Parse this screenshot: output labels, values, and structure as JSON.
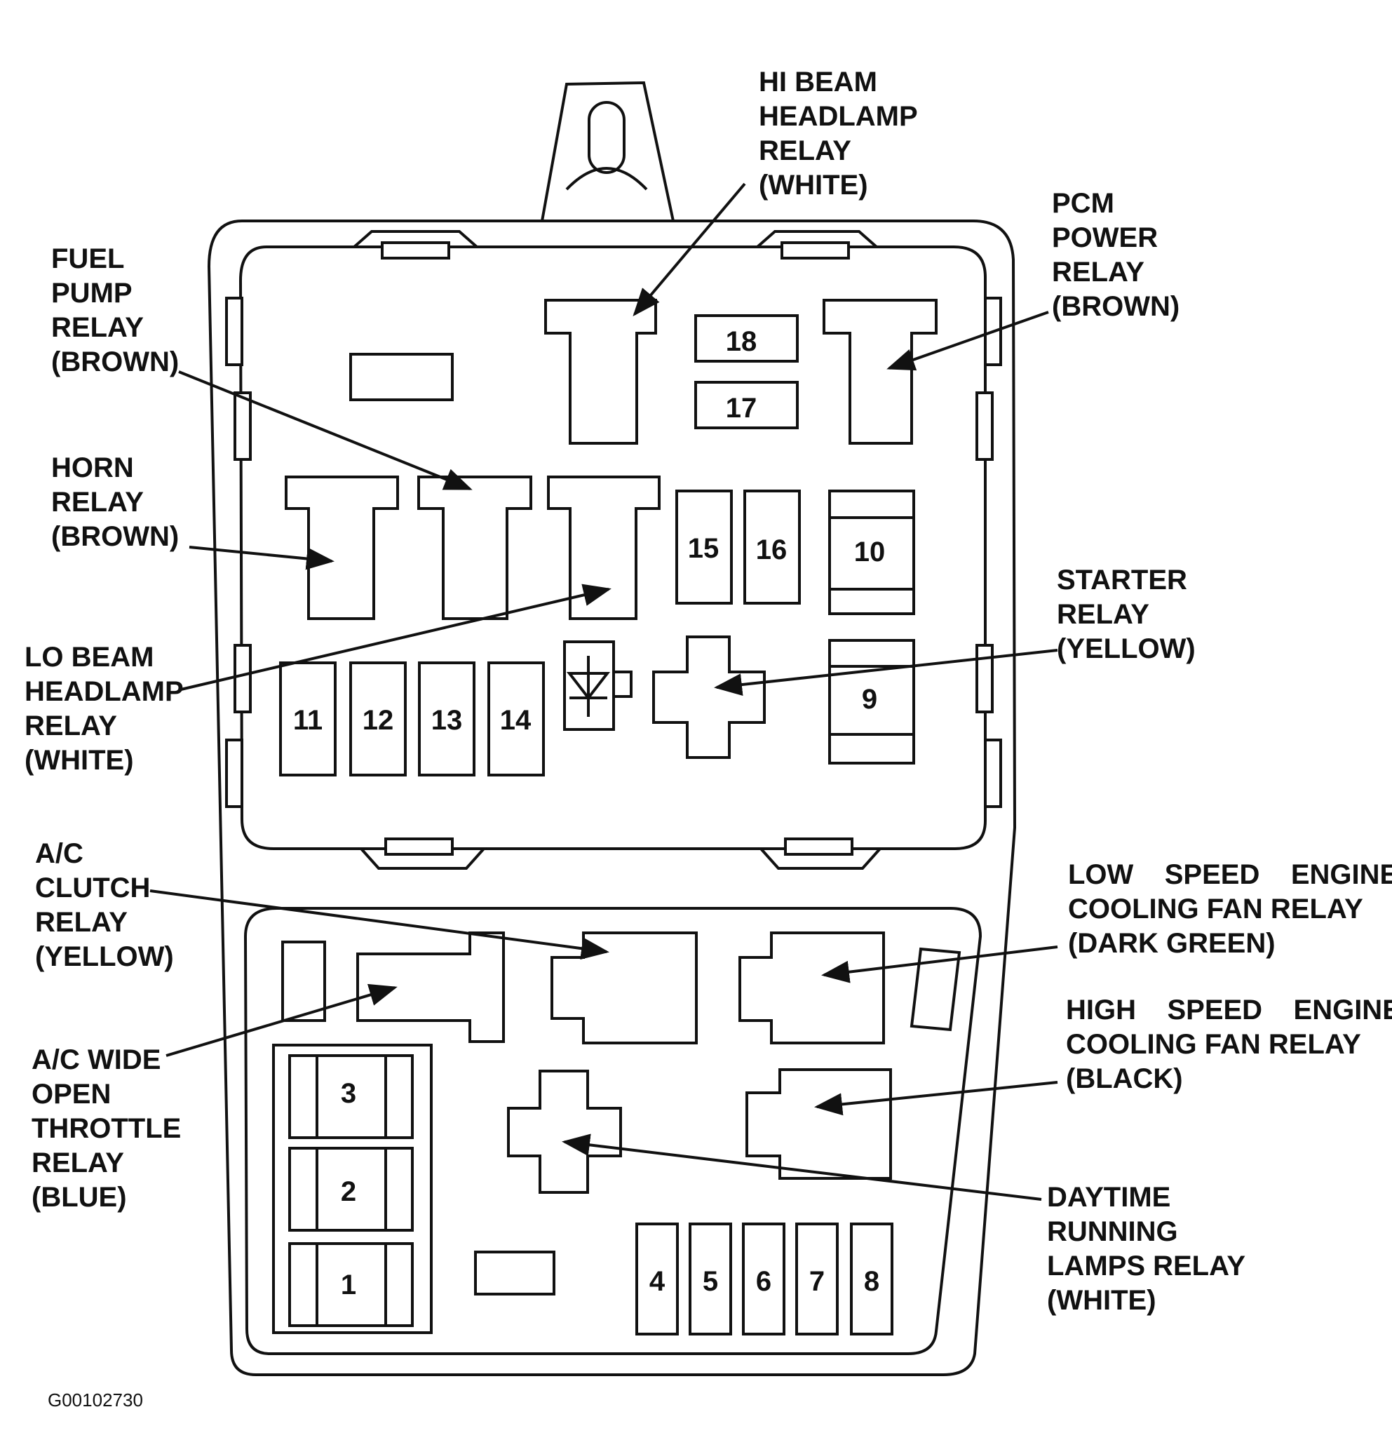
{
  "labels": {
    "hi_beam": [
      "HI BEAM",
      "HEADLAMP",
      "RELAY",
      "(WHITE)"
    ],
    "pcm": [
      "PCM",
      "POWER",
      "RELAY",
      "(BROWN)"
    ],
    "fuel_pump": [
      "FUEL",
      "PUMP",
      "RELAY",
      "(BROWN)"
    ],
    "horn": [
      "HORN",
      "RELAY",
      "(BROWN)"
    ],
    "lo_beam": [
      "LO BEAM",
      "HEADLAMP",
      "RELAY",
      "(WHITE)"
    ],
    "starter": [
      "STARTER",
      "RELAY",
      "(YELLOW)"
    ],
    "ac_clutch": [
      "A/C",
      "CLUTCH",
      "RELAY",
      "(YELLOW)"
    ],
    "ac_wot": [
      "A/C WIDE",
      "OPEN",
      "THROTTLE",
      "RELAY",
      "(BLUE)"
    ],
    "low_speed_fan": [
      "LOW    SPEED    ENGINE",
      "COOLING FAN RELAY",
      "(DARK GREEN)"
    ],
    "high_speed_fan": [
      "HIGH    SPEED    ENGINE",
      "COOLING FAN RELAY",
      "(BLACK)"
    ],
    "drl": [
      "DAYTIME",
      "RUNNING",
      "LAMPS RELAY",
      "(WHITE)"
    ]
  },
  "fuses": {
    "f1": "1",
    "f2": "2",
    "f3": "3",
    "f4": "4",
    "f5": "5",
    "f6": "6",
    "f7": "7",
    "f8": "8",
    "f9": "9",
    "f10": "10",
    "f11": "11",
    "f12": "12",
    "f13": "13",
    "f14": "14",
    "f15": "15",
    "f16": "16",
    "f17": "17",
    "f18": "18"
  },
  "figure_code": "G00102730"
}
